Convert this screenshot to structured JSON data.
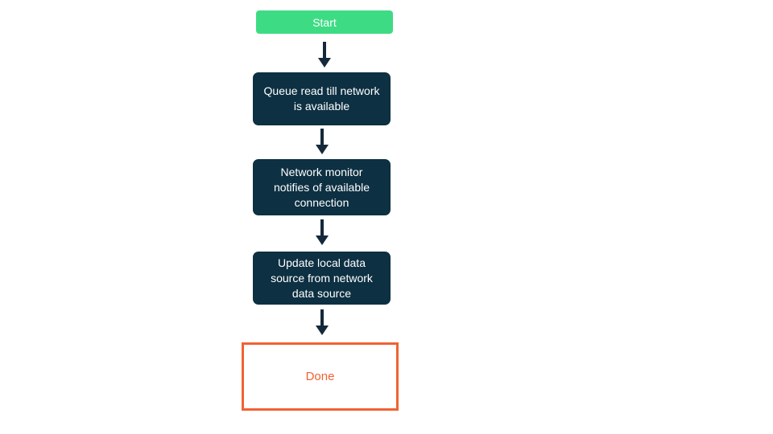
{
  "diagram": {
    "type": "flowchart",
    "direction": "top-down",
    "colors": {
      "background": "#ffffff",
      "green": "#3ddc84",
      "navy": "#0d3042",
      "orange": "#f16232",
      "arrow": "#14293a",
      "text_light": "#ffffff"
    },
    "nodes": [
      {
        "id": "start",
        "kind": "start-terminal",
        "label": "Start"
      },
      {
        "id": "queue",
        "kind": "process",
        "label": "Queue read till network is available"
      },
      {
        "id": "monitor",
        "kind": "process",
        "label": "Network monitor notifies of available connection"
      },
      {
        "id": "update",
        "kind": "process",
        "label": "Update local data source from network data source"
      },
      {
        "id": "done",
        "kind": "end-terminal",
        "label": "Done"
      }
    ],
    "edges": [
      {
        "from": "start",
        "to": "queue"
      },
      {
        "from": "queue",
        "to": "monitor"
      },
      {
        "from": "monitor",
        "to": "update"
      },
      {
        "from": "update",
        "to": "done"
      }
    ]
  }
}
